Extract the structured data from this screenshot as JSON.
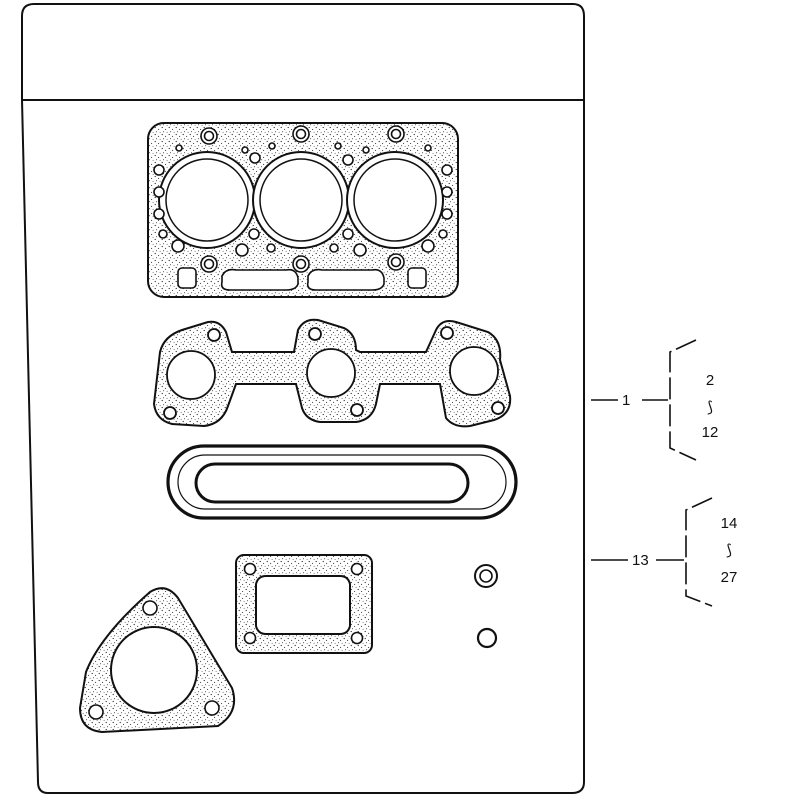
{
  "callouts": {
    "group_a": {
      "ref": "1",
      "range_start": "2",
      "range_sep": "⟆",
      "range_end": "12"
    },
    "group_b": {
      "ref": "13",
      "range_start": "14",
      "range_sep": "⟆",
      "range_end": "27"
    }
  },
  "colors": {
    "ink": "#111111",
    "paper": "#ffffff"
  }
}
